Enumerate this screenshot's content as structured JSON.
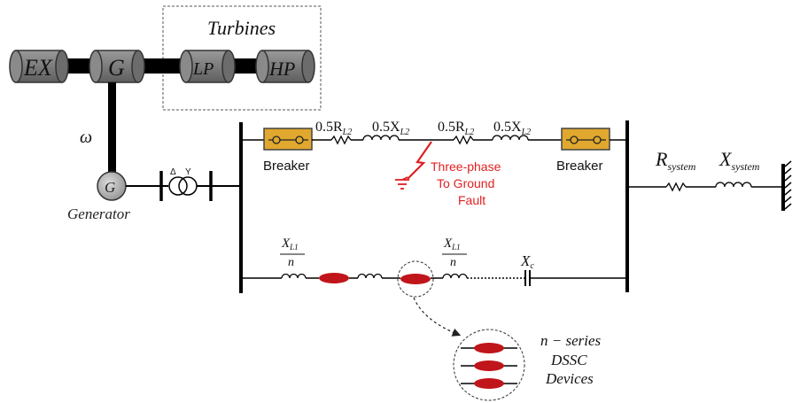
{
  "shaft": {
    "ex_label": "EX",
    "g_label": "G",
    "lp_label": "LP",
    "hp_label": "HP",
    "turbines_label": "Turbines",
    "omega_label": "ω"
  },
  "generator": {
    "symbol": "G",
    "label": "Generator",
    "transformer_delta": "Δ",
    "transformer_wye": "Y"
  },
  "top_line": {
    "breaker_left": "Breaker",
    "breaker_right": "Breaker",
    "r1_coef": "0.5R",
    "r1_sub": "L2",
    "x1_coef": "0.5X",
    "x1_sub": "L2",
    "r2_coef": "0.5R",
    "r2_sub": "L2",
    "x2_coef": "0.5X",
    "x2_sub": "L2"
  },
  "fault": {
    "line1": "Three-phase",
    "line2": "To Ground",
    "line3": "Fault",
    "color": "#e02020"
  },
  "system": {
    "r_main": "R",
    "r_sub": "system",
    "x_main": "X",
    "x_sub": "system"
  },
  "bottom_line": {
    "xl1_left_num": "X",
    "xl1_left_sub": "L1",
    "xl1_left_den": "n",
    "xl1_right_num": "X",
    "xl1_right_sub": "L1",
    "xl1_right_den": "n",
    "xc_main": "X",
    "xc_sub": "c"
  },
  "dssc": {
    "line1": "n − series",
    "line2": "DSSC",
    "line3": "Devices",
    "device_color": "#c0151a"
  },
  "colors": {
    "breaker_fill": "#e0a82e",
    "cylinder_fill": "#7a7a7a"
  }
}
